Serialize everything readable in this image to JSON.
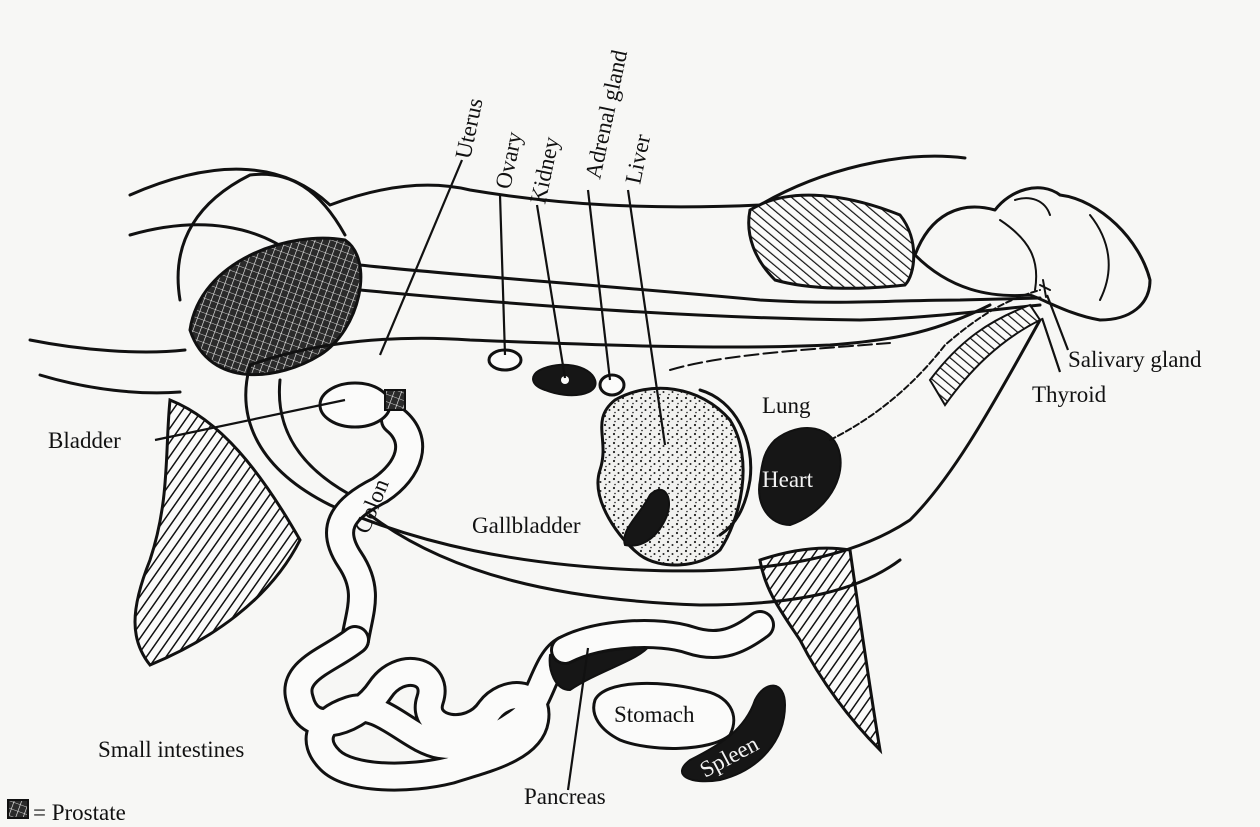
{
  "labels": {
    "uterus": "Uterus",
    "ovary": "Ovary",
    "kidney": "Kidney",
    "adrenal_gland": "Adrenal gland",
    "liver": "Liver",
    "salivary_gland": "Salivary gland",
    "thyroid": "Thyroid",
    "lung": "Lung",
    "heart": "Heart",
    "bladder": "Bladder",
    "colon": "Colon",
    "gallbladder": "Gallbladder",
    "stomach": "Stomach",
    "spleen": "Spleen",
    "small_intestines": "Small intestines",
    "pancreas": "Pancreas"
  },
  "legend": {
    "icon": "prostate-symbol",
    "text": "= Prostate"
  }
}
